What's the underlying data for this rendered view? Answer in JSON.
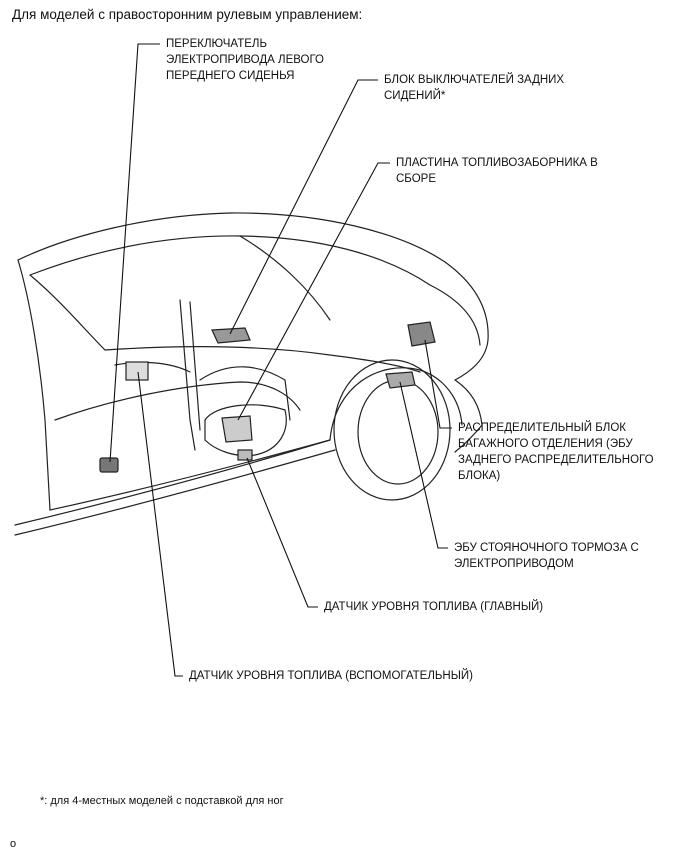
{
  "heading": "Для моделей с правосторонним рулевым управлением:",
  "labels": {
    "seat_switch": [
      "ПЕРЕКЛЮЧАТЕЛЬ",
      "ЭЛЕКТРОПРИВОДА ЛЕВОГО",
      "ПЕРЕДНЕГО СИДЕНЬЯ"
    ],
    "rear_seat_switch": [
      "БЛОК ВЫКЛЮЧАТЕЛЕЙ ЗАДНИХ",
      "СИДЕНИЙ*"
    ],
    "fuel_plate": [
      "ПЛАСТИНА ТОПЛИВОЗАБОРНИКА В",
      "СБОРЕ"
    ],
    "luggage_block": [
      "РАСПРЕДЕЛИТЕЛЬНЫЙ БЛОК",
      "БАГАЖНОГО ОТДЕЛЕНИЯ (ЭБУ",
      "ЗАДНЕГО РАСПРЕДЕЛИТЕЛЬНОГО",
      "БЛОКА)"
    ],
    "parking_brake": [
      "ЭБУ СТОЯНОЧНОГО ТОРМОЗА С",
      "ЭЛЕКТРОПРИВОДОМ"
    ],
    "fuel_main": [
      "ДАТЧИК УРОВНЯ ТОПЛИВА (ГЛАВНЫЙ)"
    ],
    "fuel_sub": [
      "ДАТЧИК УРОВНЯ ТОПЛИВА (ВСПОМОГАТЕЛЬНЫЙ)"
    ]
  },
  "footnote": "*: для 4-местных моделей с подставкой для ног",
  "corner_mark": "o"
}
